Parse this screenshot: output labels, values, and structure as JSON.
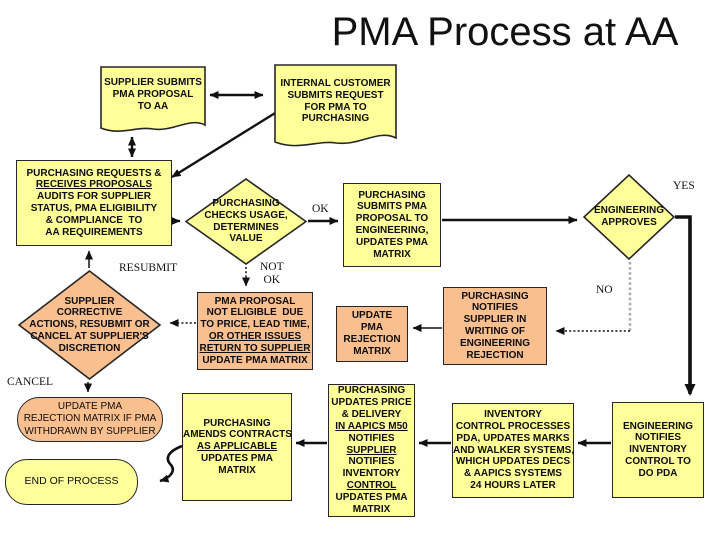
{
  "slide": {
    "title": "PMA Process at AA"
  },
  "colors": {
    "node_yellow": "#FFFF99",
    "node_orange": "#FABF8F",
    "border": "#262626",
    "background": "#FFFFFF",
    "dotted_gray": "#ABABAB",
    "arrow_black": "#111111"
  },
  "nodes": {
    "supplier_submits": {
      "shape": "document",
      "lines": [
        "SUPPLIER SUBMITS",
        "PMA PROPOSAL",
        "TO AA"
      ]
    },
    "internal_customer": {
      "shape": "document",
      "lines": [
        "INTERNAL CUSTOMER",
        "SUBMITS REQUEST",
        "FOR PMA TO",
        "PURCHASING"
      ]
    },
    "purchasing_requests": {
      "shape": "process",
      "lines": [
        "PURCHASING REQUESTS &",
        "RECEIVES PROPOSALS",
        "AUDITS FOR SUPPLIER",
        "STATUS, PMA ELIGIBILITY",
        "& COMPLIANCE  TO",
        "AA REQUIREMENTS"
      ]
    },
    "checks_usage": {
      "shape": "decision",
      "lines": [
        "PURCHASING",
        "CHECKS USAGE,",
        "DETERMINES",
        "VALUE"
      ]
    },
    "submits_to_engineering": {
      "shape": "process",
      "lines": [
        "PURCHASING",
        "SUBMITS PMA",
        "PROPOSAL TO",
        "ENGINEERING,",
        "UPDATES PMA",
        "MATRIX"
      ]
    },
    "engineering_approves": {
      "shape": "decision",
      "lines": [
        "ENGINEERING",
        "APPROVES"
      ]
    },
    "supplier_corrective": {
      "shape": "decision",
      "lines": [
        "SUPPLIER",
        "CORRECTIVE",
        "ACTIONS, RESUBMIT OR",
        "CANCEL AT SUPPLIER'S",
        "DISCRETION"
      ]
    },
    "pma_not_eligible": {
      "shape": "process",
      "lines": [
        "PMA PROPOSAL",
        "NOT ELIGIBLE  DUE",
        "TO PRICE, LEAD TIME,",
        "OR OTHER ISSUES",
        "RETURN TO SUPPLIER",
        "UPDATE PMA MATRIX"
      ]
    },
    "update_rejection_matrix": {
      "shape": "process",
      "lines": [
        "UPDATE",
        "PMA",
        "REJECTION",
        "MATRIX"
      ]
    },
    "notifies_rejection": {
      "shape": "process",
      "lines": [
        "PURCHASING",
        "NOTIFIES",
        "SUPPLIER IN",
        "WRITING OF",
        "ENGINEERING",
        "REJECTION"
      ]
    },
    "update_if_withdrawn": {
      "shape": "terminator",
      "lines": [
        "UPDATE PMA",
        "REJECTION MATRIX IF PMA",
        "WITHDRAWN BY SUPPLIER"
      ]
    },
    "end_of_process": {
      "shape": "terminator",
      "lines": [
        "END OF PROCESS"
      ]
    },
    "amends_contracts": {
      "shape": "process",
      "lines": [
        "PURCHASING",
        "AMENDS CONTRACTS",
        "AS APPLICABLE",
        "UPDATES PMA",
        "MATRIX"
      ]
    },
    "updates_price": {
      "shape": "process",
      "lines": [
        "PURCHASING",
        "UPDATES PRICE",
        "& DELIVERY",
        "IN AAPICS M50",
        "NOTIFIES",
        "SUPPLIER",
        "NOTIFIES",
        "INVENTORY",
        "CONTROL",
        "UPDATES PMA",
        "MATRIX"
      ]
    },
    "inventory_control": {
      "shape": "process",
      "lines": [
        "INVENTORY",
        "CONTROL PROCESSES",
        "PDA, UPDATES MARKS",
        "AND WALKER SYSTEMS,",
        "WHICH UPDATES DECS",
        "& AAPICS SYSTEMS",
        "24 HOURS LATER"
      ]
    },
    "engineering_notifies": {
      "shape": "process",
      "lines": [
        "ENGINEERING",
        "NOTIFIES",
        "INVENTORY",
        "CONTROL TO",
        "DO PDA"
      ]
    }
  },
  "edge_labels": {
    "ok": "OK",
    "not_ok": [
      "NOT",
      "OK"
    ],
    "resubmit": "RESUBMIT",
    "cancel": "CANCEL",
    "yes": "YES",
    "no": "NO"
  }
}
